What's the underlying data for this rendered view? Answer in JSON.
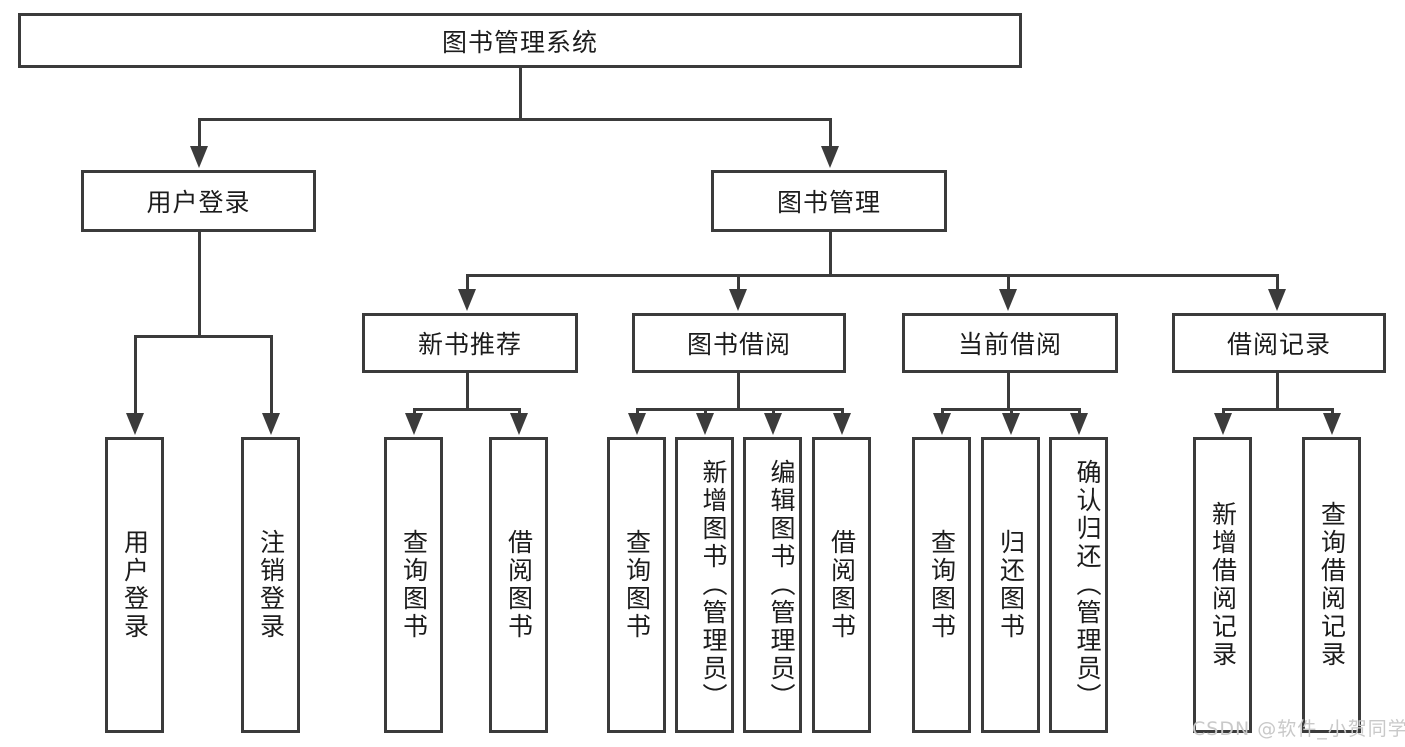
{
  "diagram": {
    "title_box": {
      "label": "图书管理系统"
    },
    "level2": [
      {
        "label": "用户登录"
      },
      {
        "label": "图书管理"
      }
    ],
    "level3": [
      {
        "label": "新书推荐"
      },
      {
        "label": "图书借阅"
      },
      {
        "label": "当前借阅"
      },
      {
        "label": "借阅记录"
      }
    ],
    "leaves": {
      "user_login": [
        {
          "label": "用户登录"
        },
        {
          "label": "注销登录"
        }
      ],
      "new_book_recommend": [
        {
          "label": "查询图书"
        },
        {
          "label": "借阅图书"
        }
      ],
      "book_borrow": [
        {
          "label": "查询图书"
        },
        {
          "label": "新增图书（管理员）"
        },
        {
          "label": "编辑图书（管理员）"
        },
        {
          "label": "借阅图书"
        }
      ],
      "current_borrow": [
        {
          "label": "查询图书"
        },
        {
          "label": "归还图书"
        },
        {
          "label": "确认归还（管理员）"
        }
      ],
      "borrow_record": [
        {
          "label": "新增借阅记录"
        },
        {
          "label": "查询借阅记录"
        }
      ]
    },
    "watermark": {
      "text": "CSDN @软件_小贺同学"
    },
    "colors": {
      "stroke": "#3b3b3b",
      "text": "#1c1c1c",
      "background": "#ffffff",
      "watermark": "#c9c9c9"
    }
  }
}
